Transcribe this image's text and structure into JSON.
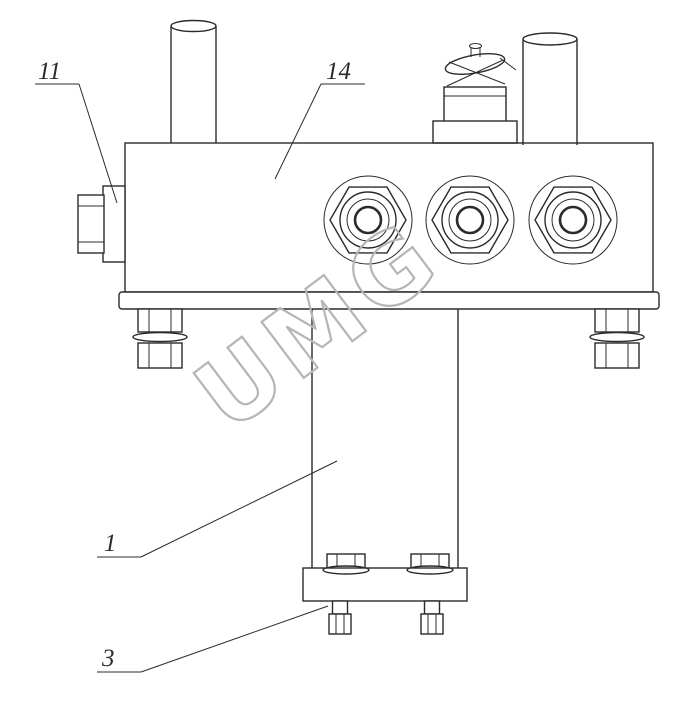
{
  "drawing": {
    "watermark": "UMG",
    "callouts": {
      "c11": "11",
      "c14": "14",
      "c1": "1",
      "c3": "3"
    },
    "colors": {
      "line": "#2b2b2b",
      "watermark": "#b5b5b5",
      "background": "#ffffff"
    }
  }
}
